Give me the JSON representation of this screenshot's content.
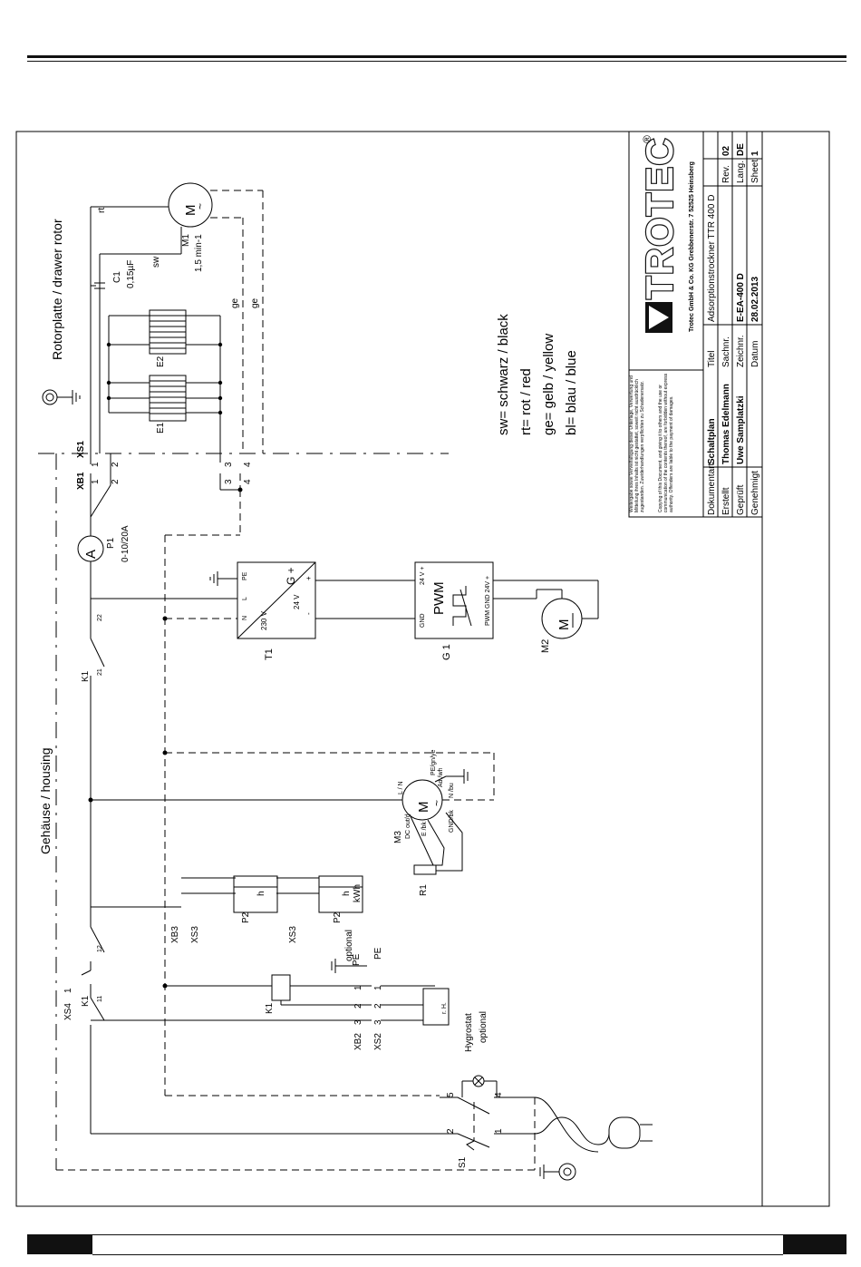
{
  "title_block": {
    "brand": "TROTEC",
    "registered": "®",
    "address": "Trotec GmbH & Co. KG Grebbenerstr. 7 52525 Heinsberg",
    "copyright_de": "Weitergabe sowie Vervielfältigung dieser Unterlage, Verwertung und Mitteilung ihres Inhalts ist nicht gestattet, soweit nicht ausdrücklich zugestanden. Zuwiderhandlungen verpflichten zu Schadenersatz.",
    "copyright_en": "Copying of this Document, and giving it to others and the use or communication of the contents thereof, are forbidden without express authority. Offenders are liable to the payment of damages.",
    "fields": [
      {
        "label": "Dokumentart",
        "value": "Schaltplan"
      },
      {
        "label": "Erstellt",
        "value": "Thomas Edelmann"
      },
      {
        "label": "Geprüft",
        "value": "Uwe Samplatzki"
      },
      {
        "label": "Genehmigt",
        "value": ""
      }
    ],
    "fields2": [
      {
        "label": "Titel",
        "value": "Adsorptionstrockner TTR 400 D"
      },
      {
        "label": "Sachnr.",
        "value": ""
      },
      {
        "label": "Zeichnr.",
        "value": "E-EA-400 D"
      },
      {
        "label": "Datum",
        "value": "28.02.2013"
      }
    ],
    "rev_label": "Rev.",
    "rev": "02",
    "lang_label": "Lang.",
    "lang": "DE",
    "sheet_label": "Sheet",
    "sheet": "1"
  },
  "legend": [
    "sw= schwarz / black",
    "rt= rot / red",
    "ge= gelb / yellow",
    "bl= blau / blue"
  ],
  "labels": {
    "rotor": "Rotorplatte / drawer rotor",
    "housing": "Gehäuse / housing",
    "m1": "M1",
    "m1_speed": "1,5 min-1",
    "rt": "rt",
    "sw": "sw",
    "c1": "C1",
    "c1_val": "0,15µF",
    "ge1": "ge",
    "ge2": "ge",
    "e1": "E1",
    "e2": "E2",
    "xb1": "XB1",
    "xs1": "XS1",
    "p1": "P1",
    "p1_val": "0-10/20A",
    "amp": "A",
    "t1": "T1",
    "t1_230": "230 V",
    "t1_24": "24 V",
    "t1_n": "N",
    "t1_l": "L",
    "t1_pe": "PE",
    "t1_gplus": "G +",
    "t1_minus": "-",
    "t1_plus": "+",
    "g1": "G 1",
    "pwm": "PWM",
    "pwm_gnd": "GND",
    "pwm_24": "24 V +",
    "pwm_out": "PWM GND 24V +",
    "m2": "M2",
    "m": "M",
    "m_tilde": "~",
    "m3": "M3",
    "m3_dc": "DC out/d",
    "m3_lnl": "L / N",
    "m3_pe": "PE/gn/ye",
    "m3_ad": "Ad /wh",
    "m3_nbu": "N /bu",
    "m3_ebl": "E /bk",
    "m3_gnd": "GND/bk",
    "r1": "R1",
    "k1_a": "K1",
    "k1_21": "21",
    "k1_22": "22",
    "k1_b": "K1",
    "k1_11": "11",
    "k1_12": "12",
    "k1_c": "K1",
    "xb3": "XB3",
    "xs3": "XS3",
    "xs3b": "XS3",
    "p2a": "P2",
    "p2b": "P2",
    "p2_h": "h",
    "p2_kwh": "kWh",
    "optional1": "optional",
    "optional2": "optional",
    "pe1": "PE",
    "pe2": "PE",
    "xs4": "XS4",
    "xb2": "XB2",
    "xs2": "XS2",
    "hygro": "Hygrostat",
    "rh": "r. H.",
    "s1": "S1",
    "n1": "1",
    "n2": "2",
    "n3": "3",
    "n4": "4",
    "n5": "5"
  }
}
